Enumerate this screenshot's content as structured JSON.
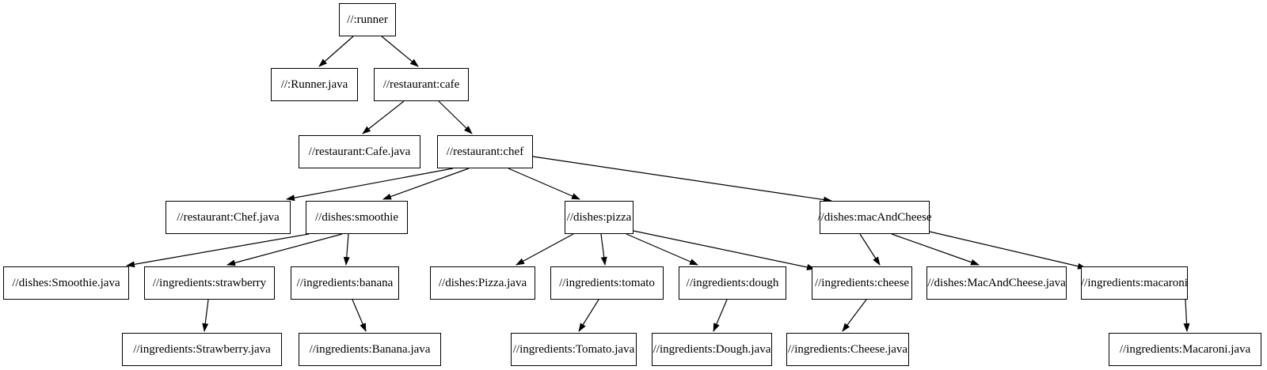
{
  "graph": {
    "type": "dependency-tree",
    "colors": {
      "background": "#ffffff",
      "node_fill": "#ffffff",
      "node_border": "#000000",
      "edge": "#000000",
      "text": "#000000"
    },
    "nodes": {
      "runner": {
        "label": "//:runner"
      },
      "runner_java": {
        "label": "//:Runner.java"
      },
      "cafe": {
        "label": "//restaurant:cafe"
      },
      "cafe_java": {
        "label": "//restaurant:Cafe.java"
      },
      "chef": {
        "label": "//restaurant:chef"
      },
      "chef_java": {
        "label": "//restaurant:Chef.java"
      },
      "smoothie": {
        "label": "//dishes:smoothie"
      },
      "pizza": {
        "label": "//dishes:pizza"
      },
      "mac_and_cheese": {
        "label": "//dishes:macAndCheese"
      },
      "smoothie_java": {
        "label": "//dishes:Smoothie.java"
      },
      "strawberry": {
        "label": "//ingredients:strawberry"
      },
      "banana": {
        "label": "//ingredients:banana"
      },
      "pizza_java": {
        "label": "//dishes:Pizza.java"
      },
      "tomato": {
        "label": "//ingredients:tomato"
      },
      "dough": {
        "label": "//ingredients:dough"
      },
      "cheese": {
        "label": "//ingredients:cheese"
      },
      "mac_and_cheese_java": {
        "label": "//dishes:MacAndCheese.java"
      },
      "macaroni": {
        "label": "//ingredients:macaroni"
      },
      "strawberry_java": {
        "label": "//ingredients:Strawberry.java"
      },
      "banana_java": {
        "label": "//ingredients:Banana.java"
      },
      "tomato_java": {
        "label": "//ingredients:Tomato.java"
      },
      "dough_java": {
        "label": "//ingredients:Dough.java"
      },
      "cheese_java": {
        "label": "//ingredients:Cheese.java"
      },
      "macaroni_java": {
        "label": "//ingredients:Macaroni.java"
      }
    },
    "edges": [
      [
        "runner",
        "runner_java"
      ],
      [
        "runner",
        "cafe"
      ],
      [
        "cafe",
        "cafe_java"
      ],
      [
        "cafe",
        "chef"
      ],
      [
        "chef",
        "chef_java"
      ],
      [
        "chef",
        "smoothie"
      ],
      [
        "chef",
        "pizza"
      ],
      [
        "chef",
        "mac_and_cheese"
      ],
      [
        "smoothie",
        "smoothie_java"
      ],
      [
        "smoothie",
        "strawberry"
      ],
      [
        "smoothie",
        "banana"
      ],
      [
        "strawberry",
        "strawberry_java"
      ],
      [
        "banana",
        "banana_java"
      ],
      [
        "pizza",
        "pizza_java"
      ],
      [
        "pizza",
        "tomato"
      ],
      [
        "pizza",
        "dough"
      ],
      [
        "pizza",
        "cheese"
      ],
      [
        "mac_and_cheese",
        "cheese"
      ],
      [
        "mac_and_cheese",
        "mac_and_cheese_java"
      ],
      [
        "mac_and_cheese",
        "macaroni"
      ],
      [
        "tomato",
        "tomato_java"
      ],
      [
        "dough",
        "dough_java"
      ],
      [
        "cheese",
        "cheese_java"
      ],
      [
        "macaroni",
        "macaroni_java"
      ]
    ]
  }
}
